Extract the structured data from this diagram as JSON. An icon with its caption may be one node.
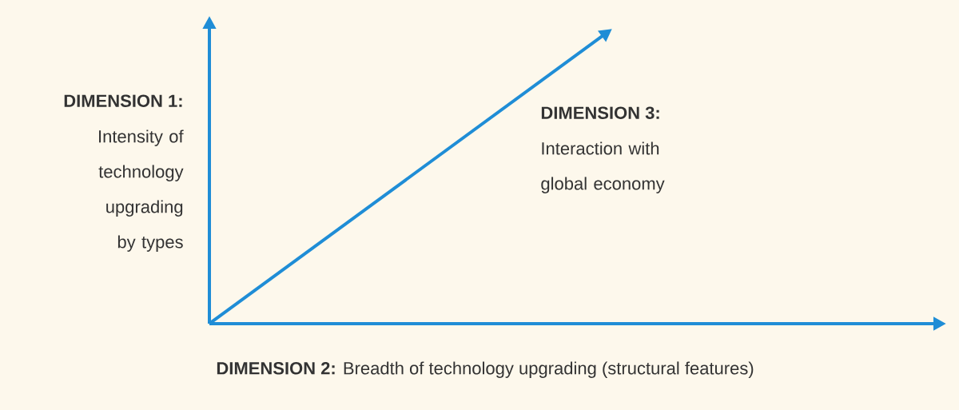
{
  "diagram": {
    "labels": [
      "DIMENSION 1:",
      "Intensity of technology upgrading by types",
      "DIMENSION 3:",
      "Interaction with global economy",
      "**DIMENSION 2:** Breadth of technology upgrading (structural features)"
    ]
  }
}
